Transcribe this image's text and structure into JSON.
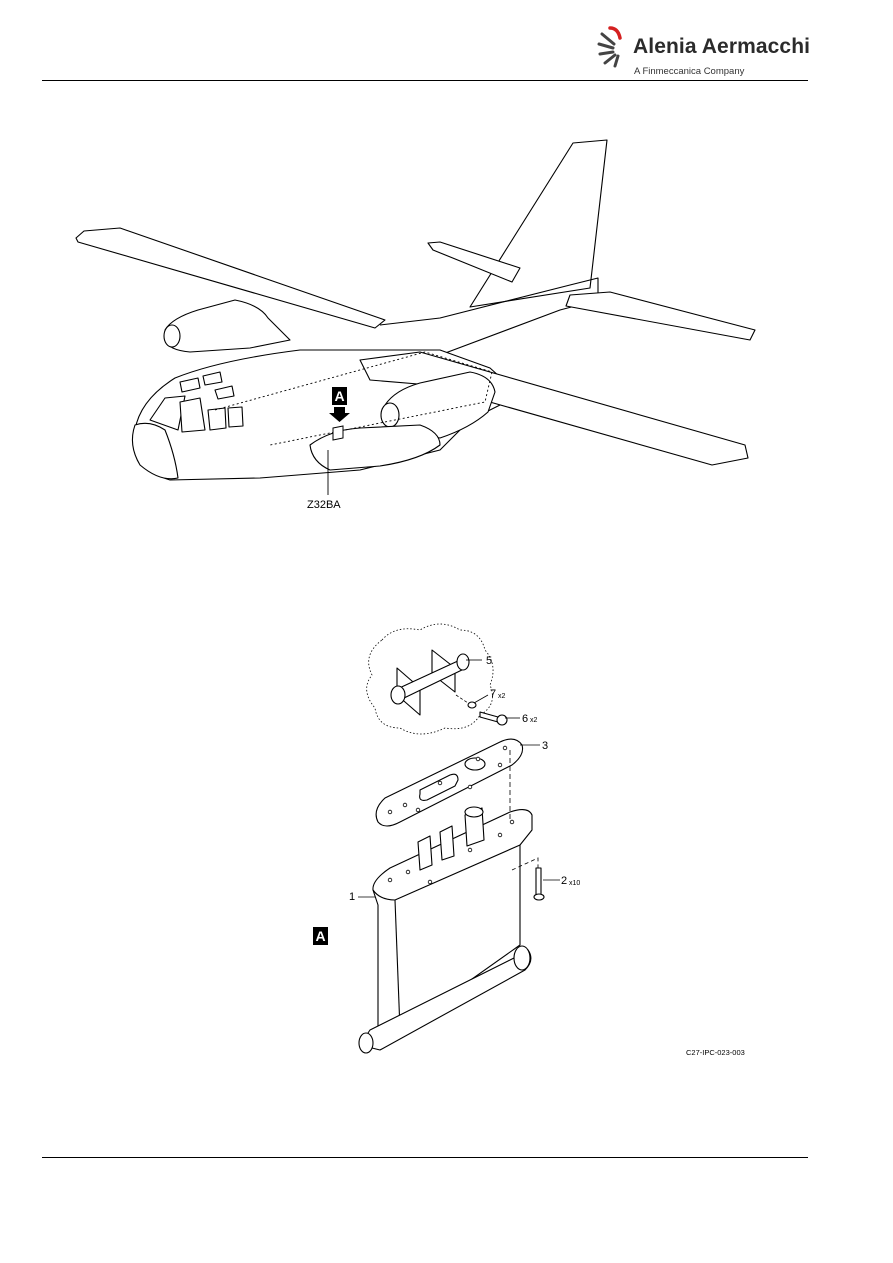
{
  "header": {
    "brand_name": "Alenia Aermacchi",
    "brand_tagline": "A Finmeccanica Company"
  },
  "aircraft_view": {
    "view_marker": "A",
    "zone_label": "Z32BA"
  },
  "detail_view": {
    "view_marker": "A",
    "callouts": {
      "item_1": "1",
      "item_2": "2",
      "item_2_qty": "x10",
      "item_3": "3",
      "item_5": "5",
      "item_6": "6",
      "item_6_qty": "x2",
      "item_7": "7",
      "item_7_qty": "x2"
    },
    "figure_ref": "C27-IPC-023-003"
  }
}
